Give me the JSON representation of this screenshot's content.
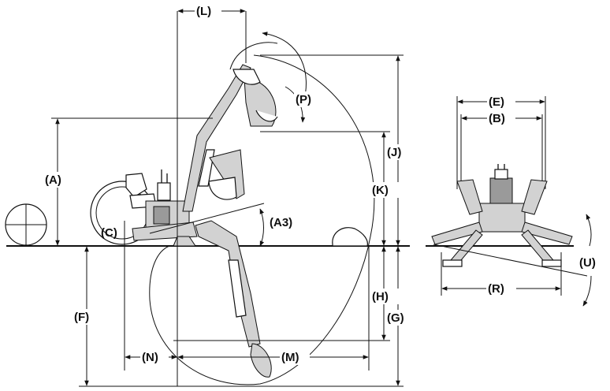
{
  "labels": {
    "A": "(A)",
    "A3": "(A3)",
    "B": "(B)",
    "C": "(C)",
    "E": "(E)",
    "F": "(F)",
    "G": "(G)",
    "H": "(H)",
    "J": "(J)",
    "K": "(K)",
    "L": "(L)",
    "M": "(M)",
    "N": "(N)",
    "P": "(P)",
    "R": "(R)",
    "U": "(U)"
  }
}
